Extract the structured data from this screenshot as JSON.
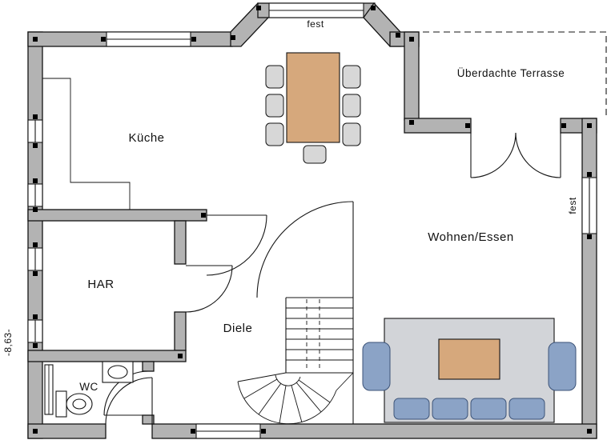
{
  "document": {
    "type": "floor-plan"
  },
  "labels": {
    "kitchen": "Küche",
    "terrace": "Überdachte Terrasse",
    "living_dining": "Wohnen/Essen",
    "utility": "HAR",
    "hallway": "Diele",
    "wc": "WC",
    "window_fixed_top": "fest",
    "window_fixed_right": "fest",
    "dimension_width": "-8,63-"
  },
  "colors": {
    "wall": "#b3b3b3",
    "outline": "#141414",
    "table": "#d6a87c",
    "chair": "#d7d7d7",
    "sofa-frame": "#d2d4d8",
    "sofa-cushion": "#8ba3c6",
    "paper": "#ffffff"
  }
}
